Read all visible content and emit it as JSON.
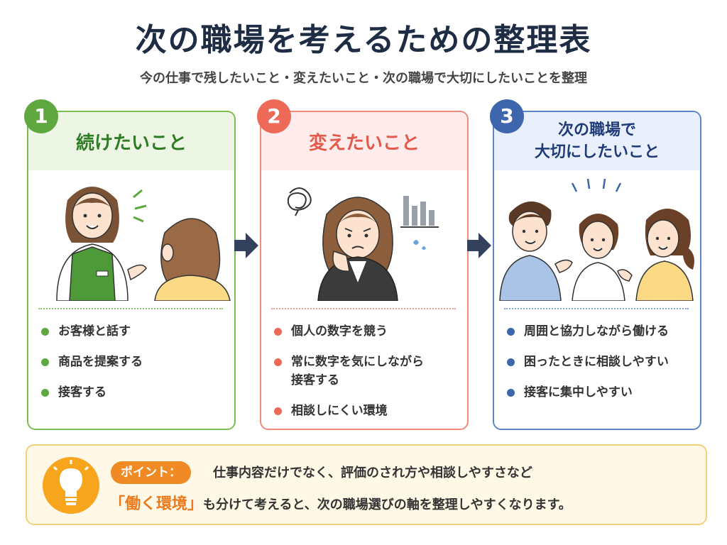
{
  "title": "次の職場を考えるための整理表",
  "subtitle": "今の仕事で残したいこと・変えたいこと・次の職場で大切にしたいことを整理",
  "colors": {
    "green": "#5fa840",
    "red": "#ee6a58",
    "blue": "#3d66ad",
    "orange": "#f08a24",
    "navy": "#1f2d44"
  },
  "cards": [
    {
      "number": "1",
      "heading": "続けたいこと",
      "icon": "staff-talking-to-customer-illustration",
      "items": [
        "お客様と話す",
        "商品を提案する",
        "接客する"
      ]
    },
    {
      "number": "2",
      "heading": "変えたいこと",
      "icon": "stressed-worker-with-chart-illustration",
      "items": [
        "個人の数字を競う",
        "常に数字を気にしながら\n接客する",
        "相談しにくい環境"
      ]
    },
    {
      "number": "3",
      "heading": "次の職場で\n大切にしたいこと",
      "icon": "cheerful-team-illustration",
      "items": [
        "周囲と協力しながら働ける",
        "困ったときに相談しやすい",
        "接客に集中しやすい"
      ]
    }
  ],
  "point": {
    "label": "ポイント：",
    "line1": "仕事内容だけでなく、評価のされ方や相談しやすさなど",
    "emphasis": "「働く環境」",
    "line2_rest": "も分けて考えると、次の職場選びの軸を整理しやすくなります。",
    "icon": "lightbulb-icon"
  }
}
